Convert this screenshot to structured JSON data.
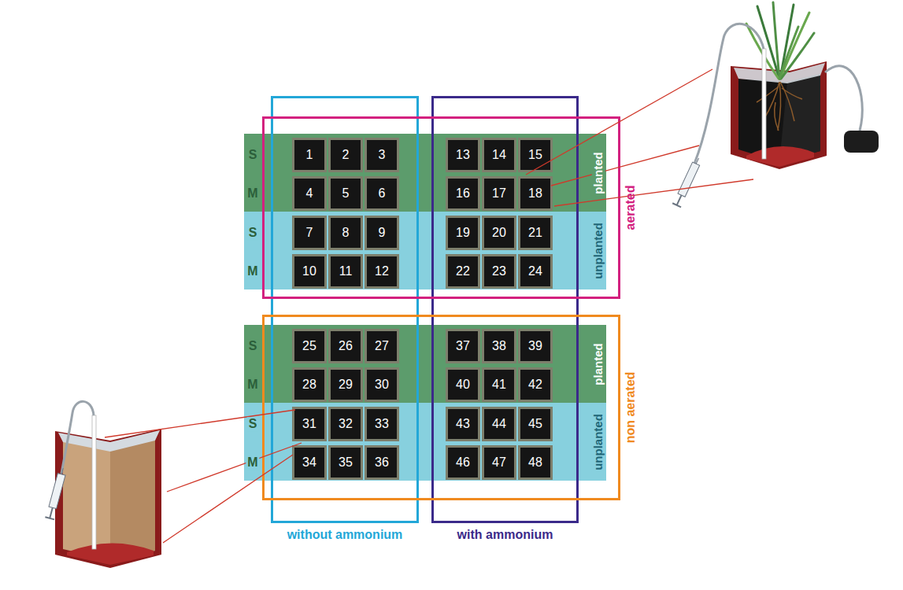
{
  "diagram": {
    "nodes": [
      {
        "text": [
          "without ammonium"
        ]
      },
      {
        "text": [
          "with ammonium"
        ]
      },
      {
        "text": [
          "aerated"
        ]
      },
      {
        "text": [
          "non aerated"
        ]
      },
      {
        "text": [
          "S",
          "M",
          "planted"
        ]
      },
      {
        "text": [
          "S",
          "M",
          "unplanted"
        ]
      },
      {
        "text": [
          "S",
          "M",
          "planted"
        ]
      },
      {
        "text": [
          "S",
          "M",
          "unplanted"
        ]
      },
      {
        "text": [
          "1"
        ],
        "in": 4
      },
      {
        "text": [
          "2"
        ],
        "in": 4
      },
      {
        "text": [
          "3"
        ],
        "in": 4
      },
      {
        "text": [
          "4"
        ],
        "in": 4
      },
      {
        "text": [
          "5"
        ],
        "in": 4
      },
      {
        "text": [
          "6"
        ],
        "in": 4
      },
      {
        "text": [
          "7"
        ],
        "in": 5
      },
      {
        "text": [
          "8"
        ],
        "in": 5
      },
      {
        "text": [
          "9"
        ],
        "in": 5
      },
      {
        "text": [
          "10"
        ],
        "in": 5
      },
      {
        "text": [
          "11"
        ],
        "in": 5
      },
      {
        "text": [
          "12"
        ],
        "in": 5
      },
      {
        "text": [
          "13"
        ],
        "in": 4
      },
      {
        "text": [
          "14"
        ],
        "in": 4
      },
      {
        "text": [
          "15"
        ],
        "in": 4
      },
      {
        "text": [
          "16"
        ],
        "in": 4
      },
      {
        "text": [
          "17"
        ],
        "in": 4
      },
      {
        "text": [
          "18"
        ],
        "in": 4
      },
      {
        "text": [
          "19"
        ],
        "in": 5
      },
      {
        "text": [
          "20"
        ],
        "in": 5
      },
      {
        "text": [
          "21"
        ],
        "in": 5
      },
      {
        "text": [
          "22"
        ],
        "in": 5
      },
      {
        "text": [
          "23"
        ],
        "in": 5
      },
      {
        "text": [
          "24"
        ],
        "in": 5
      },
      {
        "text": [
          "25"
        ],
        "in": 6
      },
      {
        "text": [
          "26"
        ],
        "in": 6
      },
      {
        "text": [
          "27"
        ],
        "in": 6
      },
      {
        "text": [
          "28"
        ],
        "in": 6
      },
      {
        "text": [
          "29"
        ],
        "in": 6
      },
      {
        "text": [
          "30"
        ],
        "in": 6
      },
      {
        "text": [
          "31"
        ],
        "in": 7
      },
      {
        "text": [
          "32"
        ],
        "in": 7
      },
      {
        "text": [
          "33"
        ],
        "in": 7
      },
      {
        "text": [
          "34"
        ],
        "in": 7
      },
      {
        "text": [
          "35"
        ],
        "in": 7
      },
      {
        "text": [
          "36"
        ],
        "in": 7
      },
      {
        "text": [
          "37"
        ],
        "in": 6
      },
      {
        "text": [
          "38"
        ],
        "in": 6
      },
      {
        "text": [
          "39"
        ],
        "in": 6
      },
      {
        "text": [
          "40"
        ],
        "in": 6
      },
      {
        "text": [
          "41"
        ],
        "in": 6
      },
      {
        "text": [
          "42"
        ],
        "in": 6
      },
      {
        "text": [
          "43"
        ],
        "in": 7
      },
      {
        "text": [
          "44"
        ],
        "in": 7
      },
      {
        "text": [
          "45"
        ],
        "in": 7
      },
      {
        "text": [
          "46"
        ],
        "in": 7
      },
      {
        "text": [
          "47"
        ],
        "in": 7
      },
      {
        "text": [
          "48"
        ],
        "in": 7
      }
    ]
  }
}
